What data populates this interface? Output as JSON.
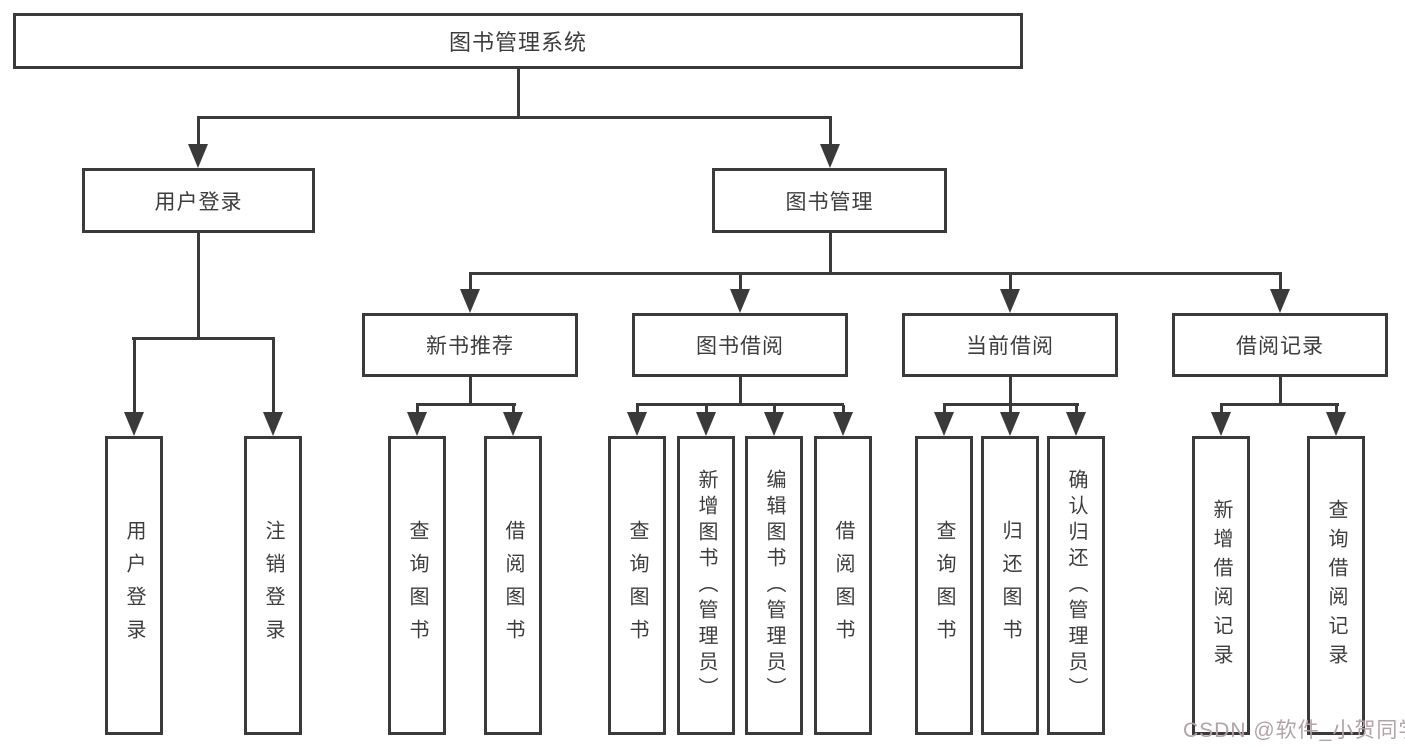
{
  "diagram": {
    "root": {
      "label": "图书管理系统"
    },
    "branches": [
      {
        "label": "用户登录",
        "children": [
          {
            "label": "用户登录"
          },
          {
            "label": "注销登录"
          }
        ]
      },
      {
        "label": "图书管理",
        "children": [
          {
            "label": "新书推荐",
            "children": [
              {
                "label": "查询图书"
              },
              {
                "label": "借阅图书"
              }
            ]
          },
          {
            "label": "图书借阅",
            "children": [
              {
                "label": "查询图书"
              },
              {
                "label": "新增图书（管理员）"
              },
              {
                "label": "编辑图书（管理员）"
              },
              {
                "label": "借阅图书"
              }
            ]
          },
          {
            "label": "当前借阅",
            "children": [
              {
                "label": "查询图书"
              },
              {
                "label": "归还图书"
              },
              {
                "label": "确认归还（管理员）"
              }
            ]
          },
          {
            "label": "借阅记录",
            "children": [
              {
                "label": "新增借阅记录"
              },
              {
                "label": "查询借阅记录"
              }
            ]
          }
        ]
      }
    ],
    "watermark": "CSDN @软件_小贺同学",
    "colors": {
      "line": "#3a3a3a",
      "text": "#3d3d3d",
      "background": "#ffffff",
      "watermark": "#b3a2a8"
    }
  }
}
